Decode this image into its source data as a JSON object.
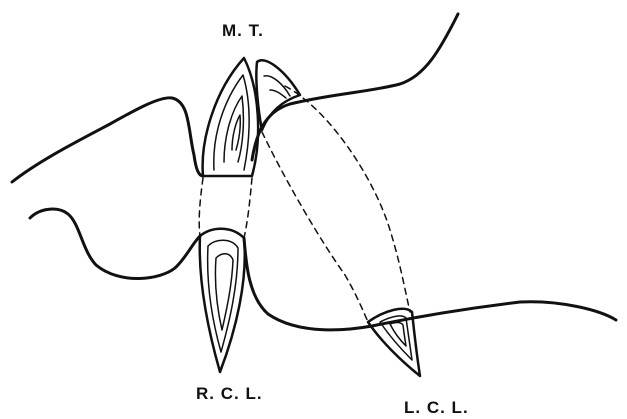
{
  "labels": {
    "mt": "M. T.",
    "rcl": "R. C. L.",
    "lcl": "L. C. L."
  },
  "colors": {
    "ink": "#111111",
    "background": "#ffffff"
  }
}
